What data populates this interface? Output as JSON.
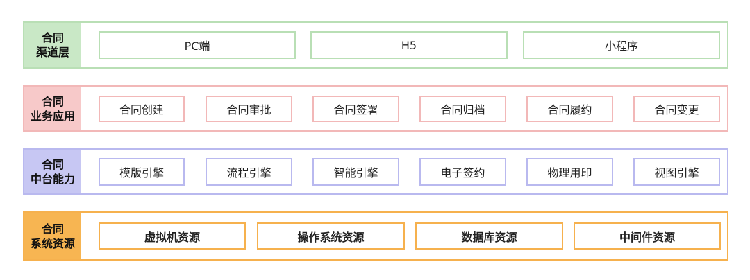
{
  "layers": [
    {
      "label_line1": "合同",
      "label_line2": "渠道层",
      "items": [
        "PC端",
        "H5",
        "小程序"
      ]
    },
    {
      "label_line1": "合同",
      "label_line2": "业务应用",
      "items": [
        "合同创建",
        "合同审批",
        "合同签署",
        "合同归档",
        "合同履约",
        "合同变更"
      ]
    },
    {
      "label_line1": "合同",
      "label_line2": "中台能力",
      "items": [
        "模版引擎",
        "流程引擎",
        "智能引擎",
        "电子签约",
        "物理用印",
        "视图引擎"
      ]
    },
    {
      "label_line1": "合同",
      "label_line2": "系统资源",
      "items": [
        "虚拟机资源",
        "操作系统资源",
        "数据库资源",
        "中间件资源"
      ]
    }
  ]
}
